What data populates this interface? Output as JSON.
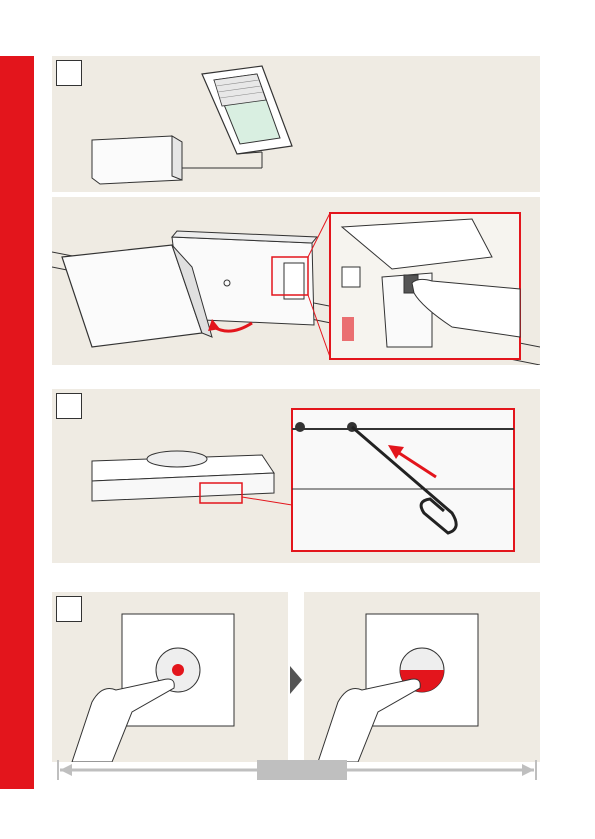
{
  "steps": [
    {
      "number": ""
    },
    {
      "number": ""
    },
    {
      "number": ""
    }
  ],
  "colors": {
    "accent": "#e3151c",
    "panel": "#efebe3",
    "line": "#333333",
    "arrow_gray": "#bfbfbf"
  },
  "icons": [
    "window-illustration",
    "control-unit-illustration",
    "finger-press-illustration",
    "paperclip-illustration",
    "wall-switch-illustration",
    "hand-illustration",
    "red-arrow-icon",
    "timeline-arrow-icon",
    "play-triangle-icon"
  ],
  "duration_label": ""
}
